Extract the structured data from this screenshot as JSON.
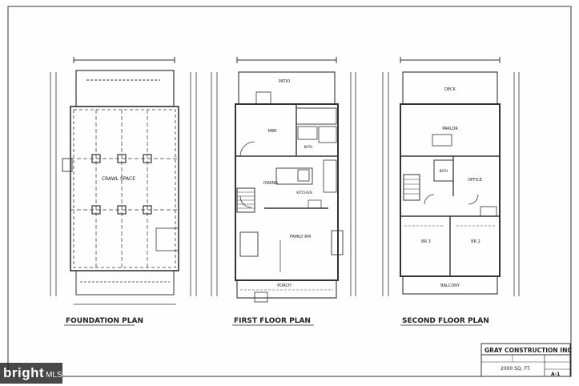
{
  "plans": {
    "foundation": {
      "title": "FOUNDATION PLAN",
      "crawl_label": "CRAWL SPACE"
    },
    "first": {
      "title": "FIRST FLOOR PLAN",
      "rooms": {
        "patio": "PATIO",
        "mbr": "MBR",
        "bath": "BATH",
        "dining": "DINING",
        "kitchen": "KITCHEN",
        "family": "FAMILY RM",
        "porch": "PORCH"
      }
    },
    "second": {
      "title": "SECOND FLOOR PLAN",
      "rooms": {
        "deck": "DECK",
        "parlor": "PARLOR",
        "bath": "BATH",
        "office": "OFFICE",
        "br3": "BR 3",
        "br2": "BR 2",
        "balcony": "BALCONY"
      }
    }
  },
  "titleblock": {
    "company": "GRAY CONSTRUCTION INC",
    "area": "2000 SQ. FT.",
    "sheet": "A-1"
  },
  "watermark": {
    "brand": "bright",
    "suffix": "MLS"
  }
}
